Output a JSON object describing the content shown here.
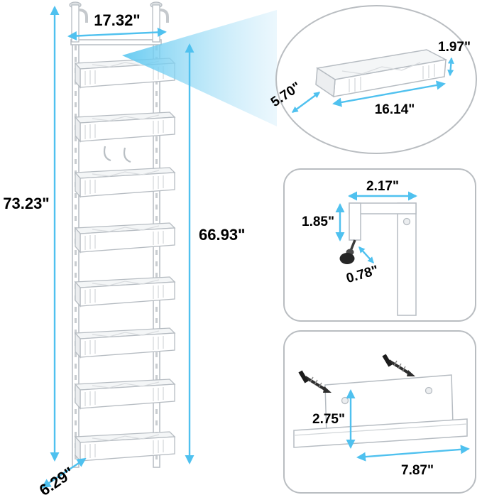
{
  "colors": {
    "accent_blue": "#4fc1ef",
    "part_outline": "#b6bcc2",
    "panel_outline": "#b9bdc1",
    "label_text": "#000000",
    "background": "#ffffff"
  },
  "rack": {
    "top_width_label": "17.32\"",
    "total_height_label": "73.23\"",
    "basket_stack_height_label": "66.93\"",
    "depth_label": "6.29\""
  },
  "basket_callout": {
    "height_label": "1.97\"",
    "length_label": "16.14\"",
    "depth_label": "5.70\""
  },
  "door_hook_callout": {
    "top_width_label": "2.17\"",
    "drop_height_label": "1.85\"",
    "knob_length_label": "0.78\""
  },
  "wall_bracket_callout": {
    "height_label": "2.75\"",
    "length_label": "7.87\""
  }
}
